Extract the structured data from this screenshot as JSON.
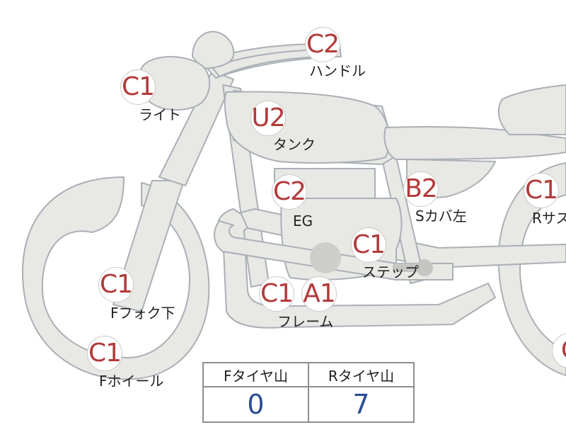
{
  "colors": {
    "part_fill": "#e8e8e5",
    "part_stroke": "#a9b0b6",
    "badge_text": "#b23a3a",
    "value_text": "#2b4d94"
  },
  "parts": [
    {
      "id": "handle",
      "grade": "C2",
      "label": "ハンドル"
    },
    {
      "id": "light",
      "grade": "C1",
      "label": "ライト"
    },
    {
      "id": "tank",
      "grade": "U2",
      "label": "タンク"
    },
    {
      "id": "engine",
      "grade": "C2",
      "label": "EG"
    },
    {
      "id": "side-cover-left",
      "grade": "B2",
      "label": "Sカバ左"
    },
    {
      "id": "rear-suspension",
      "grade": "C1",
      "label": "Rサス"
    },
    {
      "id": "step",
      "grade": "C1",
      "label": "ステップ"
    },
    {
      "id": "front-fork-lower",
      "grade": "C1",
      "label": "Fフォク下"
    },
    {
      "id": "frame",
      "grade_1": "C1",
      "grade_2": "A1",
      "label": "フレーム"
    },
    {
      "id": "front-wheel",
      "grade": "C1",
      "label": "Fホイール"
    },
    {
      "id": "rear-wheel",
      "grade": "C"
    }
  ],
  "tire_table": {
    "headers": [
      "Fタイヤ山",
      "Rタイヤ山"
    ],
    "values": [
      "0",
      "7"
    ]
  }
}
